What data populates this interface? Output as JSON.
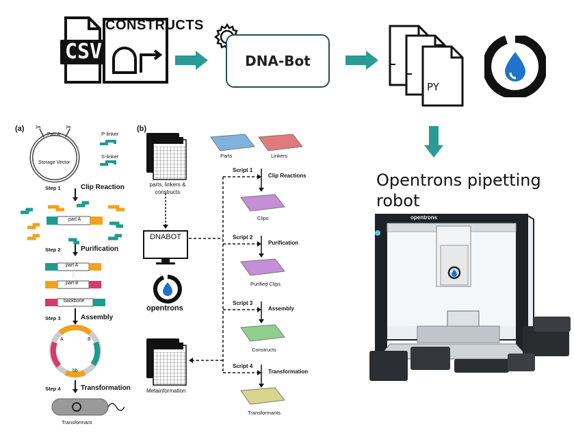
{
  "header": {
    "csv_label": "CSV",
    "constructs_label": "CONSTRUCTS",
    "dnabot_label": "DNA-Bot",
    "py_label": "PY"
  },
  "robot": {
    "title_line1": "Opentrons pipetting",
    "title_line2": "robot",
    "brand": "opentrons"
  },
  "panel_a": {
    "tag": "(a)",
    "part_label": "Part A",
    "vector_label": "Storage Vector",
    "p_linker": "P-linker",
    "s_linker": "S-linker",
    "steps": [
      {
        "num": "Step 1",
        "name": "Clip Reaction"
      },
      {
        "num": "Step 2",
        "name": "Purification"
      },
      {
        "num": "Step 3",
        "name": "Assembly"
      },
      {
        "num": "Step 4",
        "name": "Transformation"
      }
    ],
    "clip_part": "part A",
    "purif_parts": [
      "part A",
      "part B",
      "backbone"
    ],
    "ellipsis": ":",
    "ring_labels": {
      "a": "A",
      "b": "B",
      "bb": "bb"
    },
    "transformant": "Transformant"
  },
  "panel_b": {
    "tag": "(b)",
    "inputs_label": "parts, linkers & constructs",
    "dnabot": "DNABOT",
    "brand": "opentrons",
    "metainfo": "Metainformation",
    "plates": {
      "parts": "Parts",
      "linkers": "Linkers",
      "clips": "Clips",
      "purified": "Purified Clips",
      "constructs": "Constructs",
      "transformants": "Transformants"
    },
    "scripts": [
      {
        "script": "Script 1",
        "step": "Clip Reactions"
      },
      {
        "script": "Script 2",
        "step": "Purification"
      },
      {
        "script": "Script 3",
        "step": "Assembly"
      },
      {
        "script": "Script 4",
        "step": "Transformation"
      }
    ]
  },
  "colors": {
    "teal_arrow": "#2a9a96",
    "teal_linker": "#1f9a8e",
    "orange_linker": "#f0a21e",
    "pink": "#d9386a",
    "opentrons_blue": "#1f73c8",
    "plate_blue": "#7fb2de",
    "plate_red": "#e17a7a",
    "plate_purple": "#c48fd6",
    "plate_green": "#8fcf8f",
    "plate_yellow": "#d8d68a"
  }
}
